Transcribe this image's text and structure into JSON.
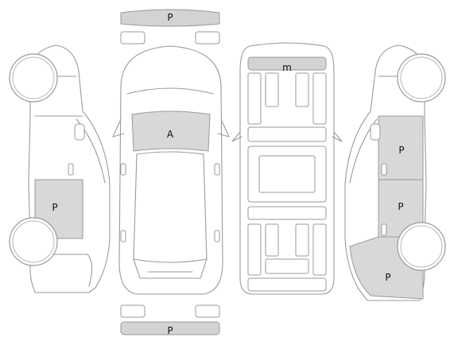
{
  "views": {
    "front_bumper_mark": "P",
    "windshield_mark": "A",
    "roof_mark": "m",
    "rear_bumper_mark": "P",
    "left_rear_door_mark": "P",
    "right_front_door_mark": "P",
    "right_rear_door_mark": "P",
    "right_rear_quarter_mark": "P"
  },
  "colors": {
    "outline": "#9a9a9a",
    "damage_fill": "#d8d8d8",
    "background": "#ffffff"
  }
}
